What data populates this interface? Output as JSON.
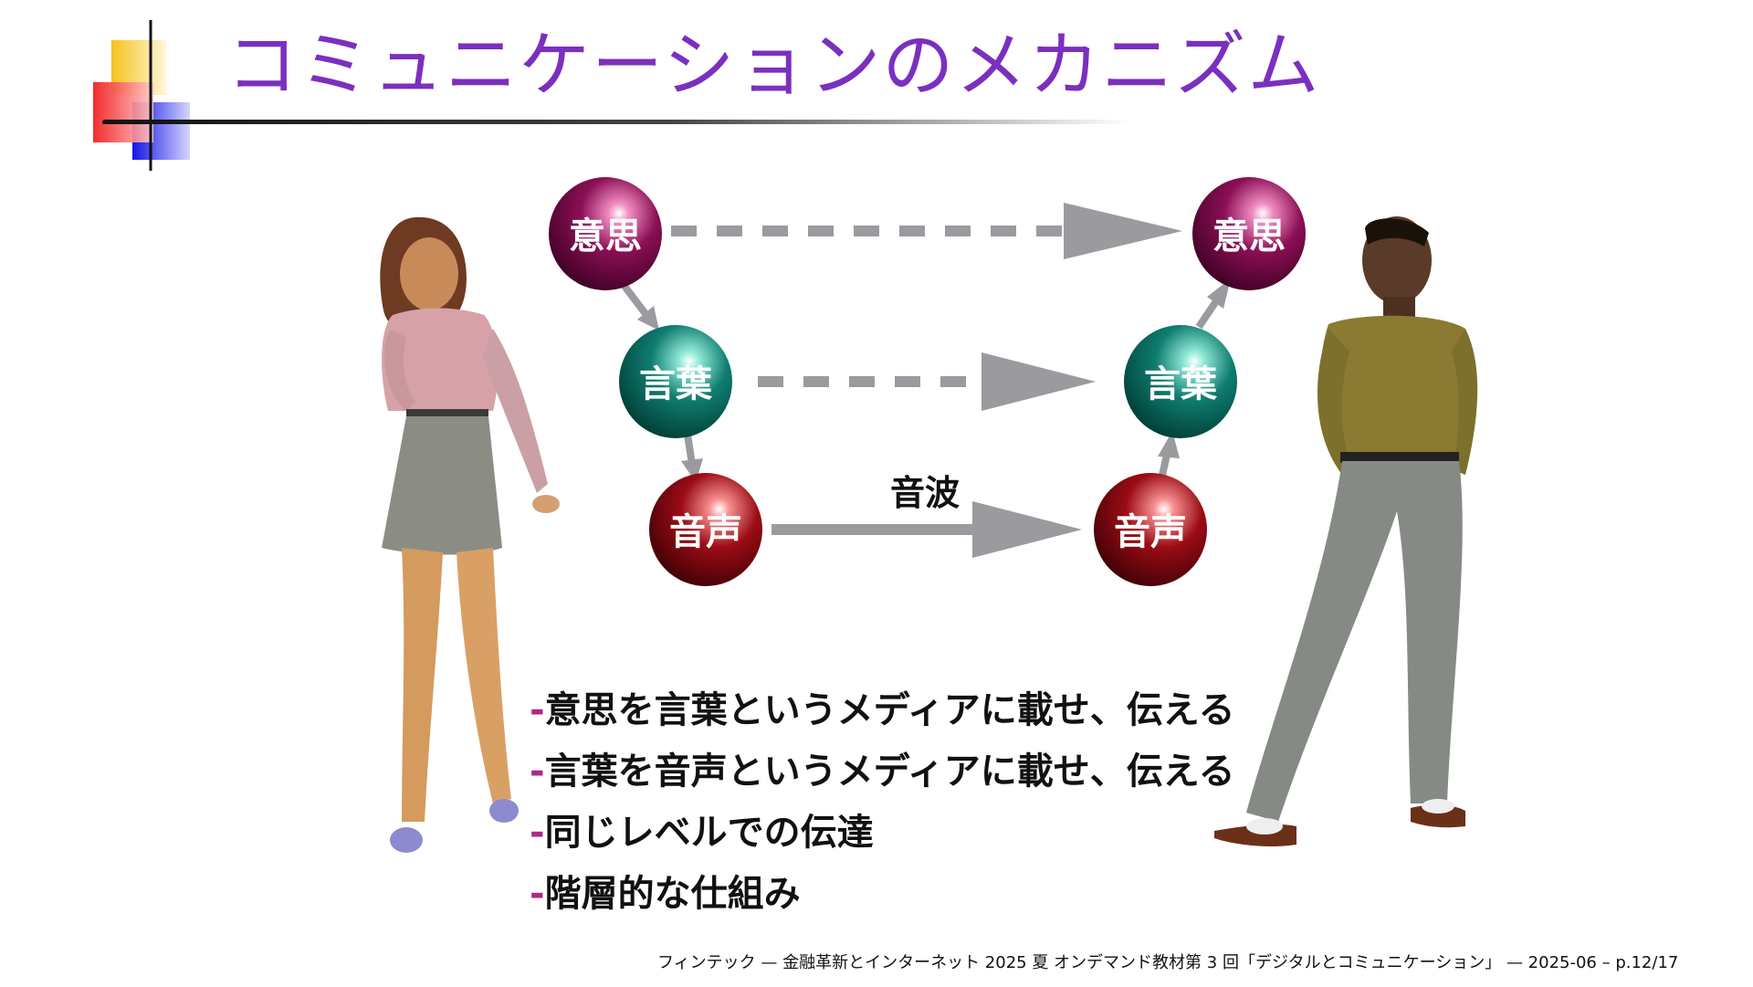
{
  "title": "コミュニケーションのメカニズム",
  "diagram": {
    "nodes": [
      {
        "id": "sender-intent",
        "label": "意思",
        "kind": "intent"
      },
      {
        "id": "sender-words",
        "label": "言葉",
        "kind": "words"
      },
      {
        "id": "sender-voice",
        "label": "音声",
        "kind": "voice"
      },
      {
        "id": "receiver-intent",
        "label": "意思",
        "kind": "intent"
      },
      {
        "id": "receiver-words",
        "label": "言葉",
        "kind": "words"
      },
      {
        "id": "receiver-voice",
        "label": "音声",
        "kind": "voice"
      }
    ],
    "wave_label": "音波",
    "colors": {
      "intent": "#8b0f55",
      "words": "#0f7d70",
      "voice": "#9b0c15",
      "arrow": "#9a9a9f"
    }
  },
  "bullets": [
    {
      "marker": "-",
      "text": "意思を言葉というメディアに載せ、伝える"
    },
    {
      "marker": "-",
      "text": "言葉を音声というメディアに載せ、伝える"
    },
    {
      "marker": "-",
      "text": "同じレベルでの伝達"
    },
    {
      "marker": "-",
      "text": "階層的な仕組み"
    }
  ],
  "footer": "フィンテック — 金融革新とインターネット 2025 夏 オンデマンド教材第 3 回「デジタルとコミュニケーション」 — 2025-06 – p.12/17"
}
